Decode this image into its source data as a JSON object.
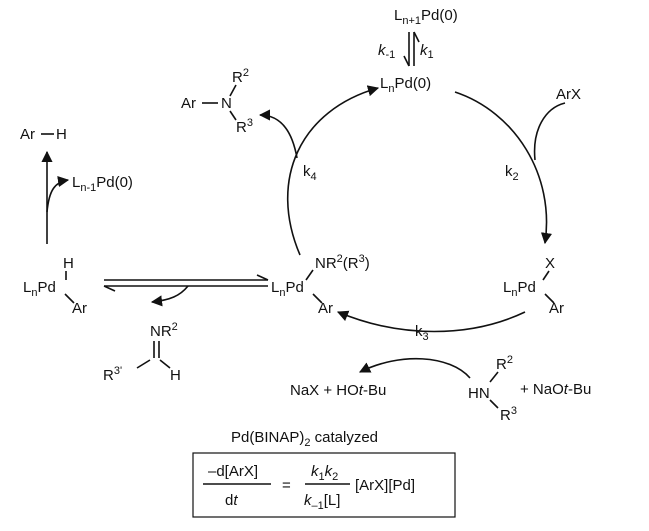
{
  "top_species": "Ln+1Pd(0)",
  "k_minus1": "k-1",
  "k1": "k1",
  "ln_pd0": "LnPd(0)",
  "arx": "ArX",
  "k2": "k2",
  "k3": "k3",
  "k4": "k4",
  "product_amine": "Ar-NR2R3",
  "ar_h": "Ar-H",
  "ln_minus1_pd0": "Ln-1Pd(0)",
  "lnpd_h_ar": "LnPd(H)Ar",
  "lnpd_nr_ar": "LnPd(NR2(R3))Ar",
  "lnpd_x_ar": "LnPd(X)Ar",
  "imine": "R3'CH=NR2",
  "nax_hotbu": "NaX + HOt-Bu",
  "amine_base": "HNR2R3 + NaOt-Bu",
  "catalyst_label": "Pd(BINAP)2 catalyzed",
  "rate_equation": "-d[ArX]/dt = k1k2/(k-1[L]) [ArX][Pd]"
}
